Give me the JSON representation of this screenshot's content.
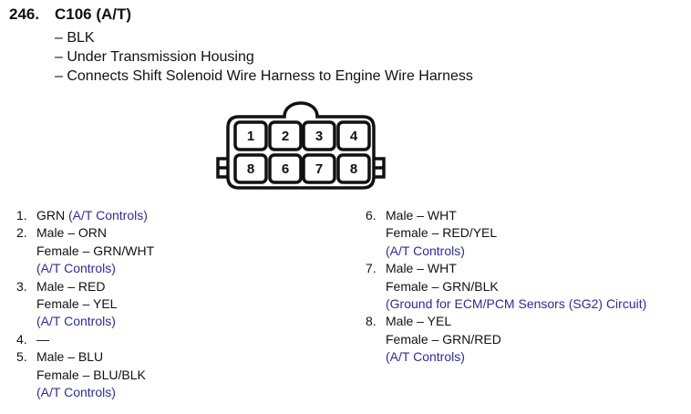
{
  "header": {
    "number": "246.",
    "title": "C106 (A/T)",
    "properties": [
      "BLK",
      "Under Transmission Housing",
      "Connects Shift Solenoid Wire Harness to Engine Wire Harness"
    ]
  },
  "connector": {
    "top_row": [
      "1",
      "2",
      "3",
      "4"
    ],
    "bottom_row": [
      "8",
      "6",
      "7",
      "8"
    ]
  },
  "pins": [
    {
      "no": "1.",
      "male": "GRN",
      "circuit": "(A/T Controls)"
    },
    {
      "no": "2.",
      "male": "Male – ORN",
      "female": "Female – GRN/WHT",
      "circuit": "(A/T Controls)"
    },
    {
      "no": "3.",
      "male": "Male – RED",
      "female": "Female – YEL",
      "circuit": "(A/T Controls)"
    },
    {
      "no": "4.",
      "male": "—"
    },
    {
      "no": "5.",
      "male": "Male – BLU",
      "female": "Female – BLU/BLK",
      "circuit": "(A/T Controls)"
    },
    {
      "no": "6.",
      "male": "Male – WHT",
      "female": "Female – RED/YEL",
      "circuit": "(A/T Controls)"
    },
    {
      "no": "7.",
      "male": "Male – WHT",
      "female": "Female – GRN/BLK",
      "circuit": "(Ground for ECM/PCM Sensors (SG2) Circuit)"
    },
    {
      "no": "8.",
      "male": "Male – YEL",
      "female": "Female – GRN/RED",
      "circuit": "(A/T Controls)"
    }
  ]
}
